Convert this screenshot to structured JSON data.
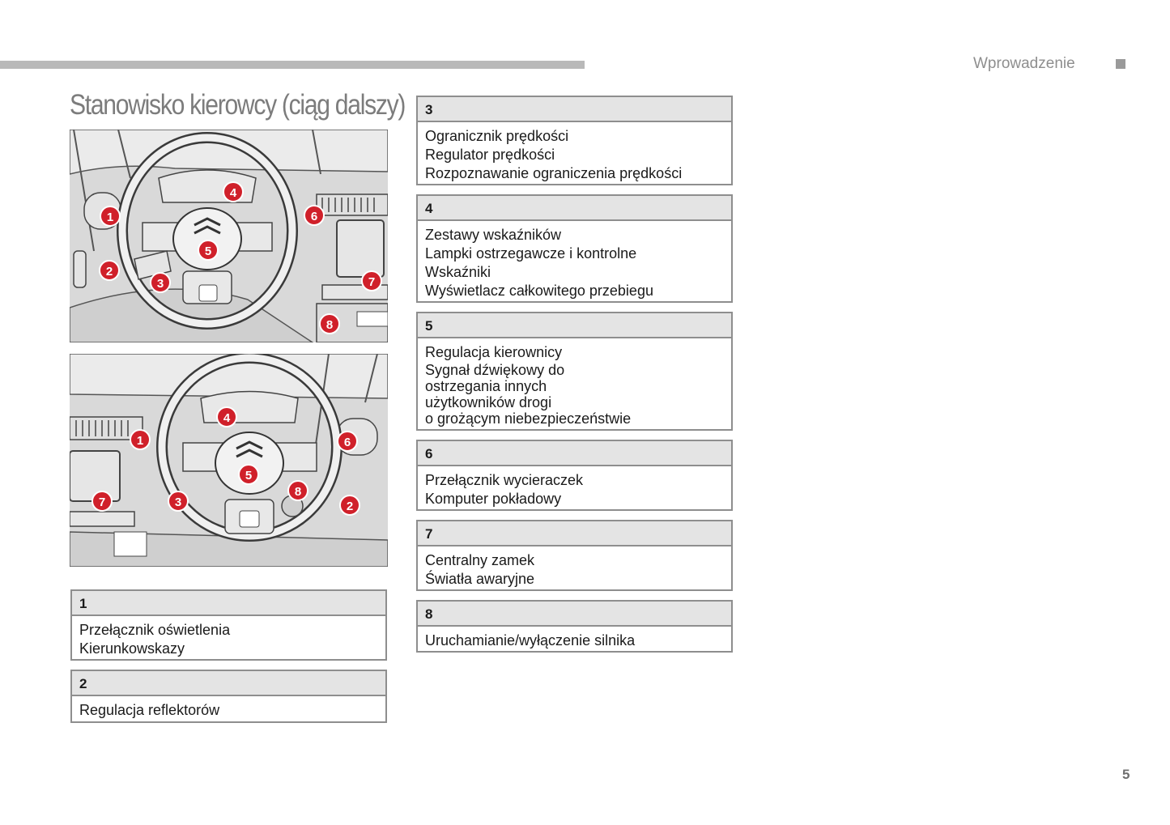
{
  "header": {
    "section": "Wprowadzenie",
    "title": "Stanowisko kierowcy (ciąg dalszy)",
    "page_number": "5"
  },
  "figure_labels": [
    "1",
    "2",
    "3",
    "4",
    "5",
    "6",
    "7",
    "8"
  ],
  "boxes": {
    "b1": {
      "num": "1",
      "lines": [
        "Przełącznik oświetlenia",
        "Kierunkowskazy"
      ]
    },
    "b2": {
      "num": "2",
      "lines": [
        "Regulacja reflektorów"
      ]
    },
    "b3": {
      "num": "3",
      "lines": [
        "Ogranicznik prędkości",
        "Regulator prędkości",
        "Rozpoznawanie ograniczenia prędkości"
      ]
    },
    "b4": {
      "num": "4",
      "lines": [
        "Zestawy wskaźników",
        "Lampki ostrzegawcze i kontrolne",
        "Wskaźniki",
        "Wyświetlacz całkowitego przebiegu"
      ]
    },
    "b5": {
      "num": "5",
      "lines": [
        "Regulacja kierownicy",
        "Sygnał dźwiękowy do",
        "ostrzegania innych",
        "użytkowników drogi",
        "o grożącym niebezpieczeństwie"
      ]
    },
    "b6": {
      "num": "6",
      "lines": [
        "Przełącznik wycieraczek",
        "Komputer pokładowy"
      ]
    },
    "b7": {
      "num": "7",
      "lines": [
        "Centralny zamek",
        "Światła awaryjne"
      ]
    },
    "b8": {
      "num": "8",
      "lines": [
        "Uruchamianie/wyłączenie silnika"
      ]
    }
  },
  "colors": {
    "marker": "#d0202a",
    "frame": "#8e8e8e",
    "header_bg": "#e4e4e4"
  }
}
